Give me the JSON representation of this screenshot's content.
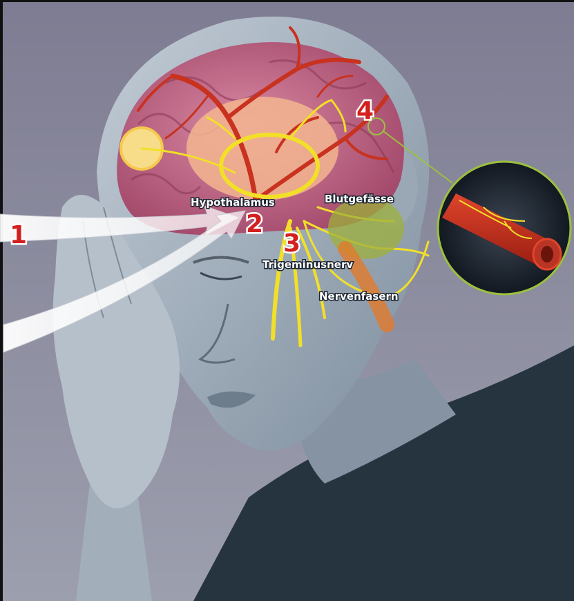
{
  "labels": {
    "hypothalamus": "Hypothalamus",
    "blood_vessels": "Blutgefässe",
    "trigeminal_nerve": "Trigeminusnerv",
    "nerve_fibers": "Nervenfasern"
  },
  "markers": {
    "m1": "1",
    "m2": "2",
    "m3": "3",
    "m4": "4"
  },
  "colors": {
    "background": "#8e8e9f",
    "skin": "#a9b4c0",
    "brain": "#c9708e",
    "vessel": "#c8321f",
    "nerve": "#f2e028",
    "marker": "#d41f1f"
  }
}
